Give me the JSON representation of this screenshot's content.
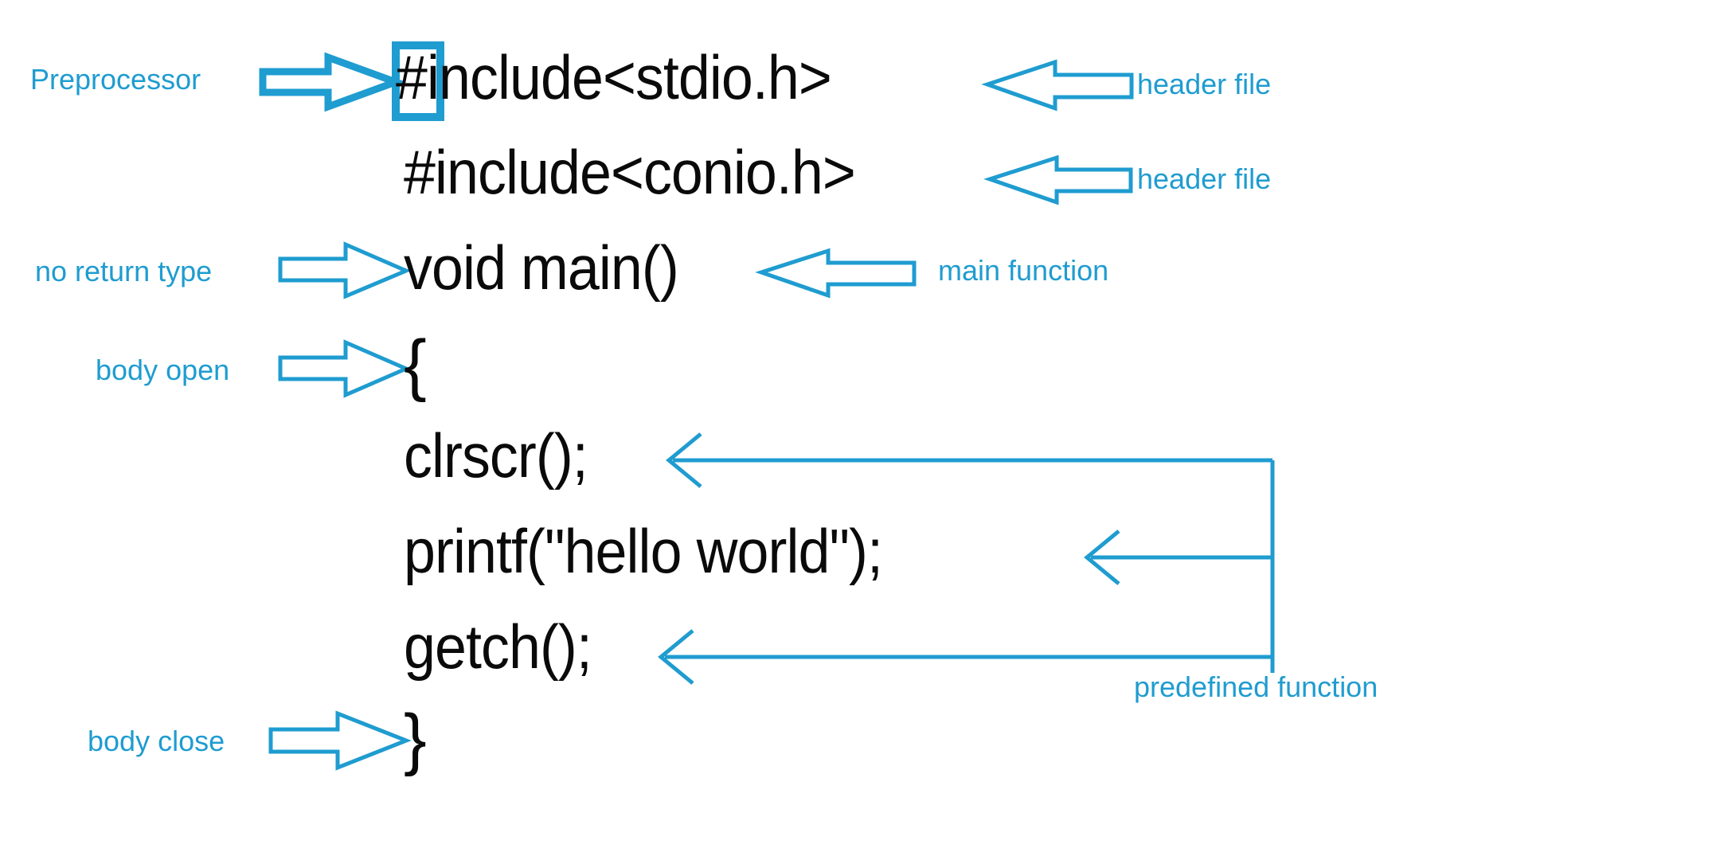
{
  "diagram": {
    "title": "C program structure annotated",
    "accent_color": "#1f9cd0",
    "text_color": "#0a0a0a",
    "background_color": "#ffffff"
  },
  "code": {
    "lines": [
      {
        "id": "include-stdio",
        "text": "#include<stdio.h>"
      },
      {
        "id": "include-conio",
        "text": "#include<conio.h>"
      },
      {
        "id": "void-main",
        "text": "void main()"
      },
      {
        "id": "brace-open",
        "text": "{"
      },
      {
        "id": "clrscr",
        "text": "clrscr();"
      },
      {
        "id": "printf",
        "text": "printf(\"hello world\");"
      },
      {
        "id": "getch",
        "text": "getch();"
      },
      {
        "id": "brace-close",
        "text": "}"
      }
    ]
  },
  "annotations": {
    "preprocessor": "Preprocessor",
    "header_file_1": "header file",
    "header_file_2": "header file",
    "no_return_type": "no return type",
    "main_function": "main function",
    "body_open": "body open",
    "predefined_function": "predefined function",
    "body_close": "body close"
  },
  "icons": {
    "block_arrow_right": "block-arrow-right-icon",
    "block_arrow_left": "block-arrow-left-icon",
    "line_arrow_left": "line-arrow-left-icon",
    "highlight_box": "highlight-box-icon"
  }
}
